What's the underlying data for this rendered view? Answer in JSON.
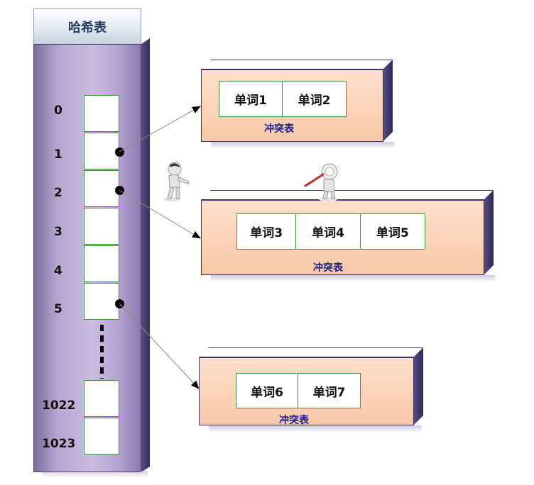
{
  "hash_table": {
    "title": "哈希表",
    "indices": [
      "0",
      "1",
      "2",
      "3",
      "4",
      "5",
      "1022",
      "1023"
    ]
  },
  "conflict_tables": [
    {
      "label": "冲突表",
      "words": [
        "单词1",
        "单词2"
      ]
    },
    {
      "label": "冲突表",
      "words": [
        "单词3",
        "单词4",
        "单词5"
      ]
    },
    {
      "label": "冲突表",
      "words": [
        "单词6",
        "单词7"
      ]
    }
  ],
  "figures": [
    "person-pointing-icon",
    "person-magnifier-icon"
  ],
  "colors": {
    "hash_body": "#b6a7d0",
    "cell_border": "#3f9a3f",
    "box_face": "#fbd6bd",
    "label_text": "#1b1b8a"
  }
}
